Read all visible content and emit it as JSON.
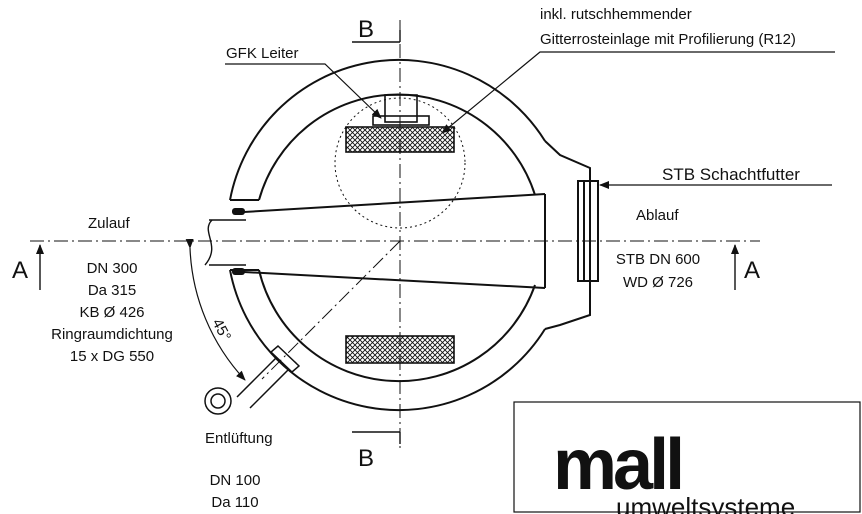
{
  "labels": {
    "gfk_leiter": "GFK Leiter",
    "grating_line1": "inkl. rutschhemmender",
    "grating_line2": "Gitterrosteinlage mit Profilierung (R12)",
    "schachtfutter": "STB Schachtfutter",
    "zulauf": "Zulauf",
    "ablauf": "Ablauf",
    "zulauf_specs": [
      "DN 300",
      "Da 315",
      "KB Ø 426",
      "Ringraumdichtung",
      "15 x DG 550"
    ],
    "ablauf_specs": [
      "STB DN 600",
      "WD Ø 726"
    ],
    "entlueftung": "Entlüftung",
    "entlueftung_specs": [
      "DN 100",
      "Da 110"
    ],
    "angle": "45°",
    "section_a": "A",
    "section_b": "B"
  },
  "logo": {
    "wordmark": "mall",
    "tagline": "umweltsysteme"
  },
  "colors": {
    "line": "#111111",
    "hatch": "#111111",
    "background": "#ffffff"
  }
}
